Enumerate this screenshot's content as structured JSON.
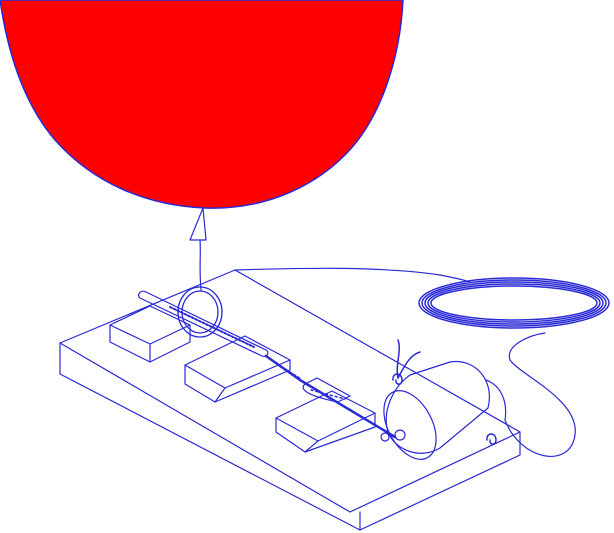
{
  "figure": {
    "background_color": "#ffffff",
    "line_color": "#2a2ad6",
    "balloon_color": "#ff0000",
    "components": [
      "red-balloon",
      "balloon-string",
      "ring-eyelet",
      "threaded-rod",
      "spring-coupler",
      "electric-motor",
      "wire-coil",
      "baseboard",
      "support-blocks",
      "terminal-hooks"
    ]
  }
}
